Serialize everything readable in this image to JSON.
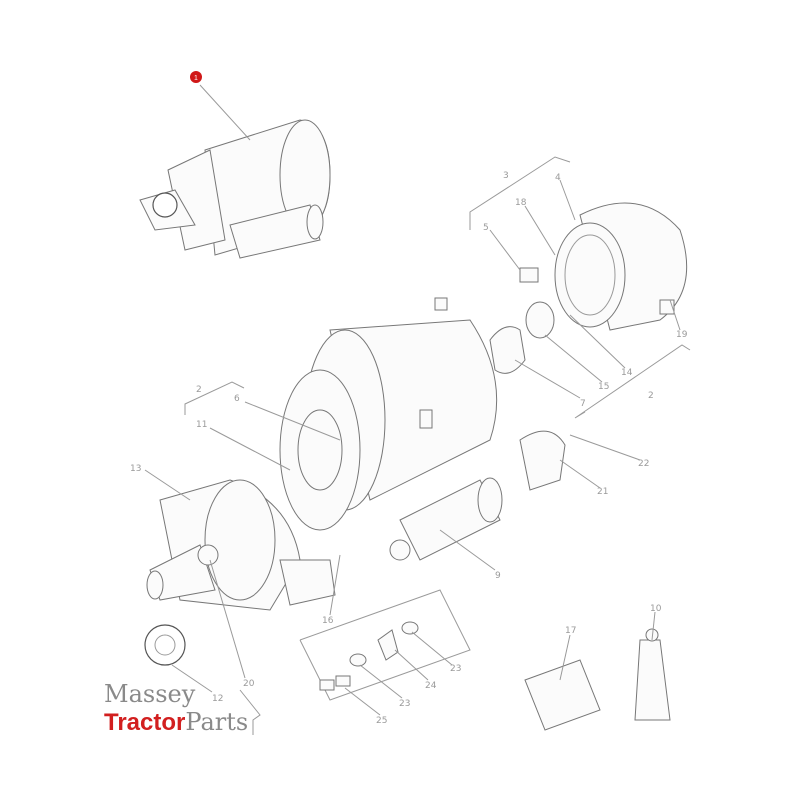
{
  "diagram": {
    "highlight_label": "1",
    "highlight_color": "#d01818",
    "callouts": [
      {
        "id": "c3",
        "text": "3"
      },
      {
        "id": "c4",
        "text": "4"
      },
      {
        "id": "c18",
        "text": "18"
      },
      {
        "id": "c5",
        "text": "5"
      },
      {
        "id": "c19",
        "text": "19"
      },
      {
        "id": "c14",
        "text": "14"
      },
      {
        "id": "c15",
        "text": "15"
      },
      {
        "id": "c7",
        "text": "7"
      },
      {
        "id": "c2a",
        "text": "2"
      },
      {
        "id": "c2b",
        "text": "2"
      },
      {
        "id": "c6",
        "text": "6"
      },
      {
        "id": "c11",
        "text": "11"
      },
      {
        "id": "c22",
        "text": "22"
      },
      {
        "id": "c21",
        "text": "21"
      },
      {
        "id": "c13",
        "text": "13"
      },
      {
        "id": "c9",
        "text": "9"
      },
      {
        "id": "c16",
        "text": "16"
      },
      {
        "id": "c17",
        "text": "17"
      },
      {
        "id": "c10",
        "text": "10"
      },
      {
        "id": "c20",
        "text": "20"
      },
      {
        "id": "c12",
        "text": "12"
      },
      {
        "id": "c23a",
        "text": "23"
      },
      {
        "id": "c24",
        "text": "24"
      },
      {
        "id": "c23b",
        "text": "23"
      },
      {
        "id": "c25",
        "text": "25"
      }
    ]
  },
  "logo": {
    "line1": "Massey",
    "line2_bold": "Tractor",
    "line2_rest": "Parts",
    "brand_color": "#d21f1f"
  }
}
